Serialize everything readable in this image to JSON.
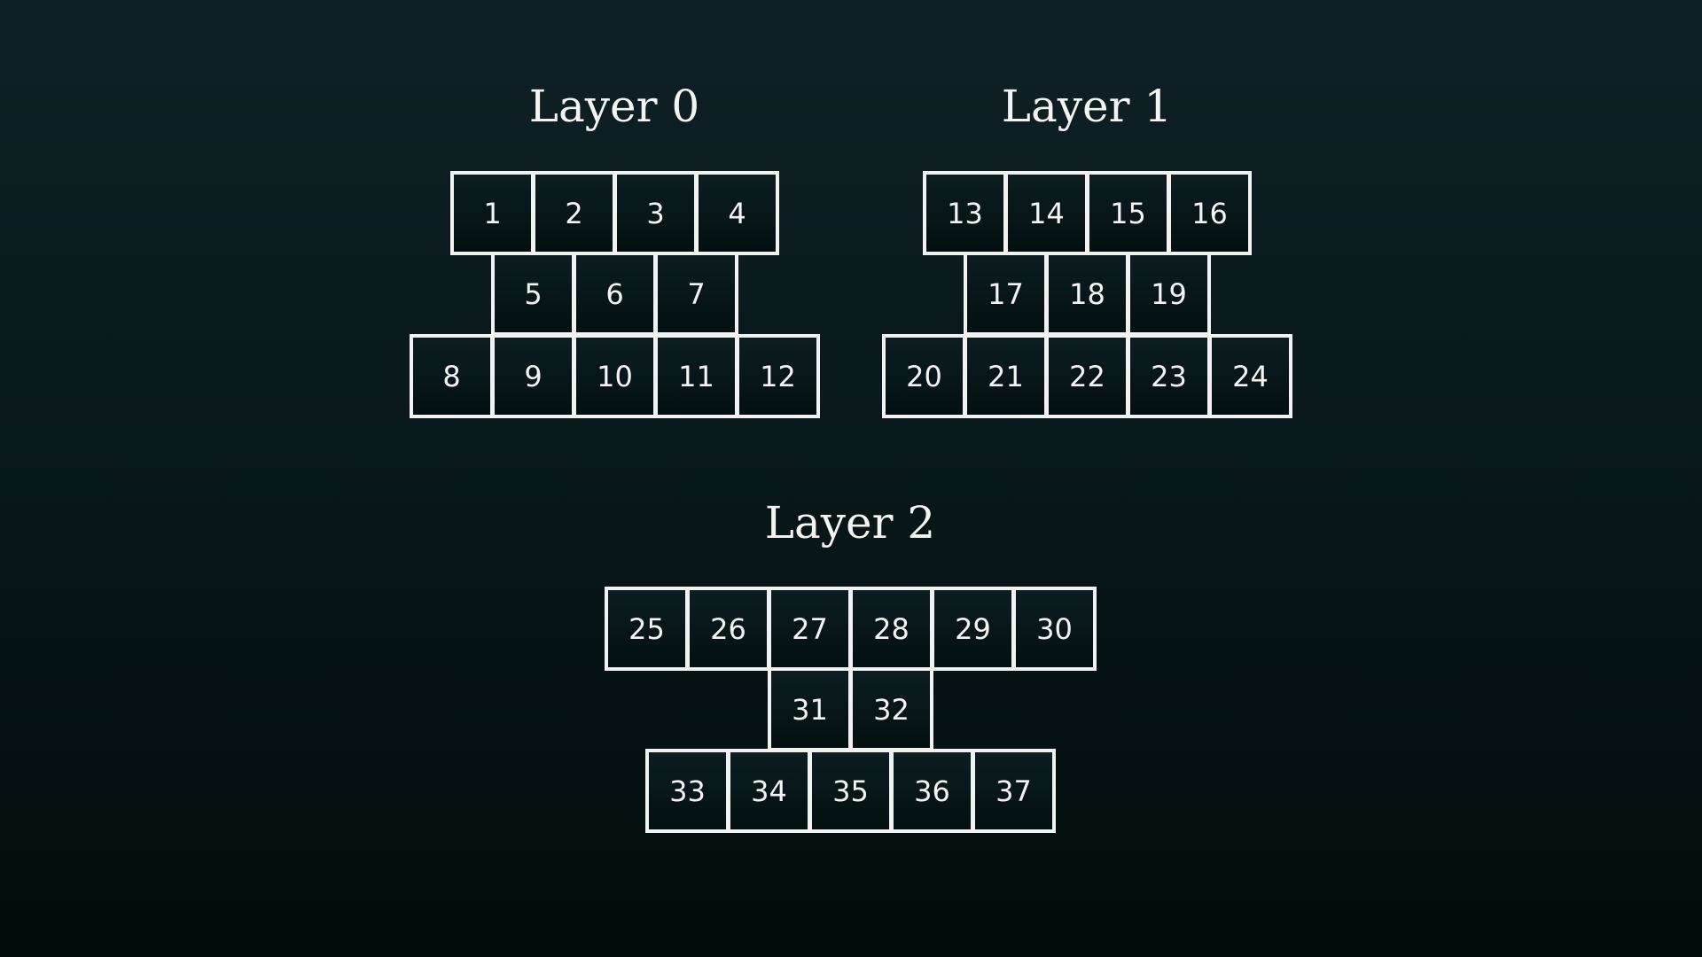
{
  "layers": [
    {
      "title": "Layer 0",
      "rows": [
        [
          "1",
          "2",
          "3",
          "4"
        ],
        [
          "5",
          "6",
          "7"
        ],
        [
          "8",
          "9",
          "10",
          "11",
          "12"
        ]
      ]
    },
    {
      "title": "Layer 1",
      "rows": [
        [
          "13",
          "14",
          "15",
          "16"
        ],
        [
          "17",
          "18",
          "19"
        ],
        [
          "20",
          "21",
          "22",
          "23",
          "24"
        ]
      ]
    },
    {
      "title": "Layer 2",
      "rows": [
        [
          "25",
          "26",
          "27",
          "28",
          "29",
          "30"
        ],
        [
          "31",
          "32"
        ],
        [
          "33",
          "34",
          "35",
          "36",
          "37"
        ]
      ]
    }
  ],
  "colors": {
    "background_top": "#0f2125",
    "background_bottom": "#020c0c",
    "cell_border": "#f2f2f2",
    "text": "#f4f4f4"
  }
}
